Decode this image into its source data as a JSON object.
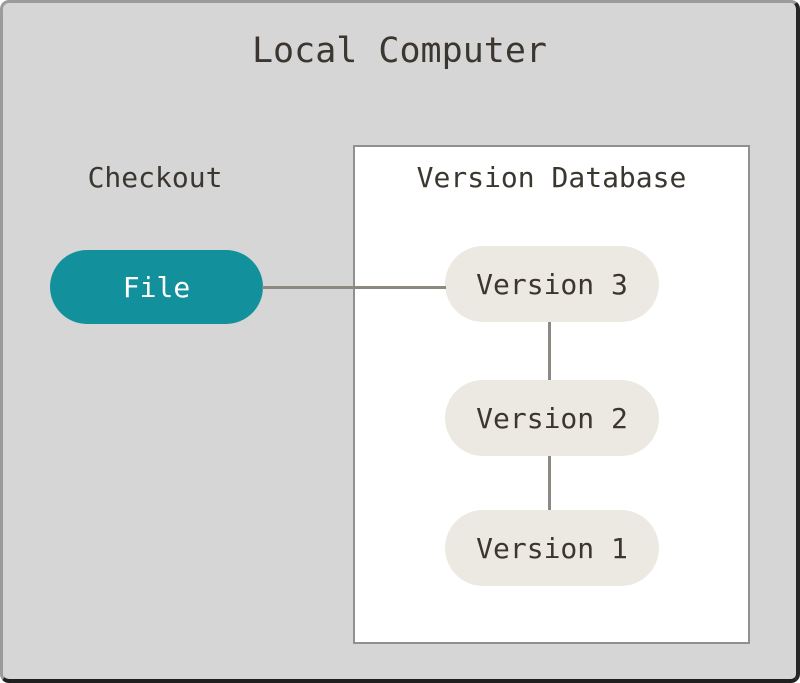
{
  "diagram": {
    "title": "Local Computer",
    "checkout": {
      "label": "Checkout",
      "file": {
        "label": "File"
      }
    },
    "version_database": {
      "title": "Version Database",
      "versions": [
        {
          "label": "Version 3"
        },
        {
          "label": "Version 2"
        },
        {
          "label": "Version 1"
        }
      ]
    },
    "connectors": [
      {
        "name": "file-to-version3",
        "orientation": "horizontal"
      },
      {
        "name": "version3-to-version2",
        "orientation": "vertical"
      },
      {
        "name": "version2-to-version1",
        "orientation": "vertical"
      }
    ],
    "colors": {
      "frame_background": "#d6d6d6",
      "frame_border_light": "#9b9b9b",
      "frame_border_dark": "#202020",
      "box_background": "#ffffff",
      "box_border": "#909090",
      "file_pill_fill": "#12919c",
      "file_pill_text": "#ffffff",
      "version_pill_fill": "#ece9e2",
      "text": "#3c3630",
      "connector_line": "#8d8880"
    }
  }
}
